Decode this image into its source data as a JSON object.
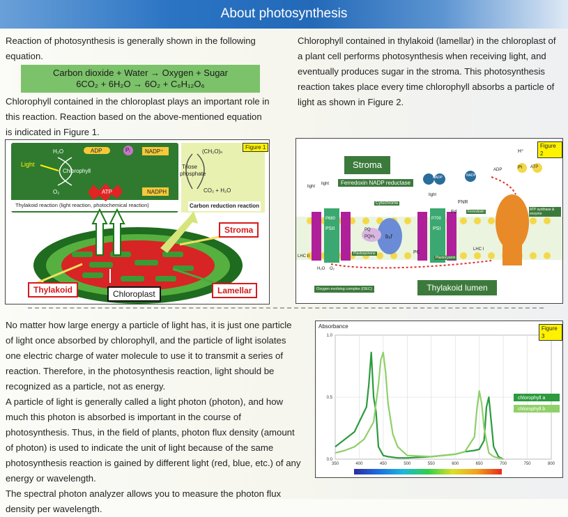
{
  "page": {
    "title": "About photosynthesis"
  },
  "intro": {
    "lines": [
      "Reaction of photosynthesis is generally shown in the following",
      "equation."
    ]
  },
  "equation": {
    "words": "Carbon dioxide + Water → Oxygen + Sugar",
    "formula": "6CO₂  + 6H₂O  →  6O₂  +  C₆H₁₂O₆"
  },
  "chlorophyll_para": {
    "lines": [
      "Chlorophyll contained in the chloroplast plays an important role in",
      "this reaction.    Reaction based on the above-mentioned equation",
      "is indicated in Figure 1."
    ]
  },
  "right_para": {
    "lines": [
      "Chlorophyll contained in thylakoid (lamellar) in the chloroplast of",
      "a plant cell performs photosynthesis when receiving light, and",
      "eventually produces sugar in the stroma.  This photosynthesis",
      "reaction takes place every time chlorophyll absorbs a particle of",
      "light as shown in Figure 2."
    ]
  },
  "figure1": {
    "tag": "Figure 1",
    "h2o": "H₂O",
    "adp": "ADP",
    "pi": "Pᵢ",
    "nadp_plus": "NADP⁺",
    "light": "Light",
    "chlorophyll": "Chlorophyll",
    "o2": "O₂",
    "atp": "ATP",
    "nadph": "NADPH",
    "ch2o": "(CH₂O)ₙ",
    "triose": "Triose",
    "phosphate": "phosphate",
    "co2_h2o": "CO₂ + H₂O",
    "thylakoid_reaction": "Thylakoid reaction (light reaction, photochemical reaction)",
    "carbon_reduction": "Carbon reduction reaction",
    "stroma": "Stroma",
    "thylakoid": "Thylakoid",
    "chloroplast": "Chloroplast",
    "lamellar": "Lamellar"
  },
  "figure2": {
    "tag": "Figure 2",
    "stroma": "Stroma",
    "ferredoxin_reductase": "Ferredoxin NADP reductase",
    "light_a": "light",
    "light_b": "light",
    "light_c": "light",
    "cytochrome": "Cytochrome",
    "nadp": "NADP",
    "nadph": "NADPH",
    "adp": "ADP",
    "pi": "Pi",
    "atp": "ATP",
    "hplus": "H⁺",
    "fnr": "FNR",
    "fd": "Fd",
    "ferredoxin": "Ferredoxin",
    "atp_synthase": "ATP synthase & enzyme",
    "p680": "P680",
    "psii": "PSII",
    "pq": "PQ",
    "pqh2": "PQH₂",
    "b6f": "b₆f",
    "p700": "P700",
    "psi": "PSI",
    "pc": "PC",
    "lhcii": "LHC II",
    "lhci": "LHC I",
    "plastoquinone": "Plastoquinone",
    "plastocyanin": "Plastocyanin",
    "h2o": "H₂O",
    "o2": "O₂",
    "oec": "Oxygen evolving complex (OEC)",
    "lumen": "Thylakoid lumen"
  },
  "bottom_para": {
    "lines": [
      "No matter how large energy a particle of light has, it is just one particle",
      "of light once absorbed by chlorophyll, and the particle of light isolates",
      "one electric charge of water molecule to use it to transmit a series of",
      "reaction.  Therefore, in the photosynthesis reaction, light should be",
      "recognized as a particle, not as energy.",
      "A particle of light is generally called a light photon (photon), and how",
      "much this photon is absorbed is important in the course of",
      "photosynthesis.  Thus, in the field of plants, photon flux density (amount",
      "of photon) is used to indicate the unit of light because of the same",
      "photosynthesis reaction is gained by different light (red, blue, etc.) of any",
      "energy or wavelength.",
      "The spectral photon analyzer  allows you to measure the photon flux",
      "density per wavelength."
    ]
  },
  "chart_data": {
    "type": "line",
    "tag": "Figure 3",
    "ylabel": "Absorbance",
    "xlim": [
      350,
      800
    ],
    "ylim": [
      0,
      1.0
    ],
    "x_ticks": [
      "350",
      "400",
      "450",
      "500",
      "550",
      "600",
      "650",
      "700",
      "750",
      "800"
    ],
    "y_ticks": [
      "0.0",
      "0.5",
      "1.0"
    ],
    "series": [
      {
        "name": "chlorophyll a",
        "color": "#2c9a3e",
        "x": [
          350,
          370,
          390,
          400,
          410,
          415,
          420,
          425,
          430,
          435,
          440,
          450,
          460,
          480,
          500,
          550,
          600,
          620,
          640,
          650,
          660,
          665,
          670,
          675,
          680,
          690,
          700
        ],
        "y": [
          0.1,
          0.16,
          0.22,
          0.3,
          0.38,
          0.42,
          0.6,
          0.86,
          0.5,
          0.38,
          0.1,
          0.03,
          0.02,
          0.01,
          0.01,
          0.02,
          0.04,
          0.06,
          0.07,
          0.08,
          0.15,
          0.42,
          0.5,
          0.3,
          0.1,
          0.02,
          0.0
        ]
      },
      {
        "name": "chlorophyll b",
        "color": "#8fd06a",
        "x": [
          350,
          370,
          390,
          410,
          430,
          440,
          445,
          450,
          455,
          460,
          470,
          480,
          500,
          550,
          600,
          620,
          640,
          645,
          650,
          655,
          660,
          670,
          680,
          700
        ],
        "y": [
          0.05,
          0.07,
          0.1,
          0.16,
          0.3,
          0.6,
          0.8,
          0.86,
          0.7,
          0.45,
          0.2,
          0.1,
          0.03,
          0.02,
          0.04,
          0.06,
          0.18,
          0.4,
          0.55,
          0.45,
          0.25,
          0.05,
          0.02,
          0.0
        ]
      }
    ],
    "legend": "right"
  }
}
